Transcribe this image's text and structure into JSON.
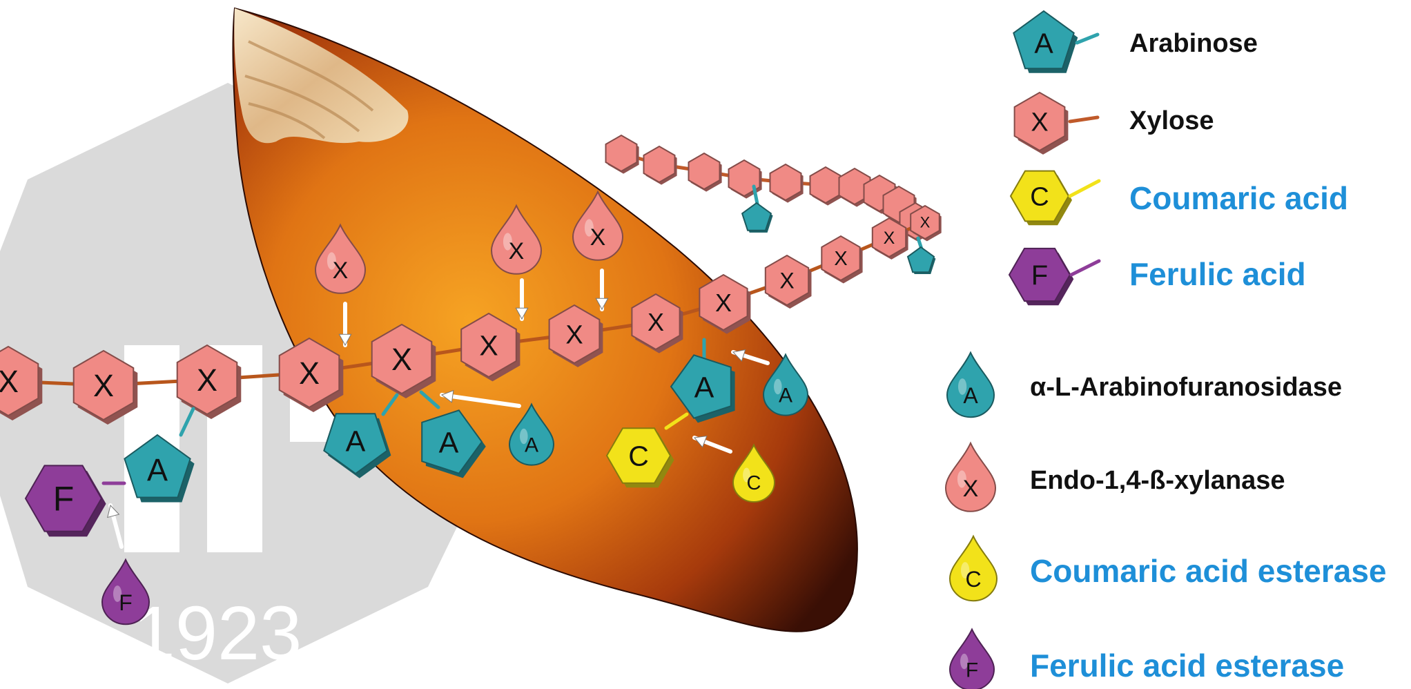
{
  "watermark": {
    "text": "1923",
    "color": "#cfcfcf"
  },
  "colors": {
    "arabinose": "#2fa3ad",
    "xylose": "#f08a85",
    "coumaric": "#f2e21a",
    "ferulic": "#8e3d99",
    "blue_text": "#1e8fd8",
    "grain_dark": "#3a0f05",
    "grain_light": "#f39a1e"
  },
  "icons": {
    "arabinose": "arabinose-pentagon-icon",
    "xylose": "xylose-hexagon-icon",
    "coumaric": "coumaric-hexagon-icon",
    "ferulic": "ferulic-hexagon-icon",
    "enzyme": "enzyme-drop-icon",
    "arrow": "cleavage-arrow-icon"
  },
  "symbols": {
    "arabinose": "A",
    "xylose": "X",
    "coumaric": "C",
    "ferulic": "F"
  },
  "legend": {
    "structures": [
      {
        "symbol": "A",
        "label": "Arabinose"
      },
      {
        "symbol": "X",
        "label": "Xylose"
      },
      {
        "symbol": "C",
        "label": "Coumaric acid"
      },
      {
        "symbol": "F",
        "label": "Ferulic acid"
      }
    ],
    "enzymes": [
      {
        "symbol": "A",
        "label": "α-L-Arabinofuranosidase"
      },
      {
        "symbol": "X",
        "label": "Endo-1,4-ß-xylanase"
      },
      {
        "symbol": "C",
        "label": "Coumaric acid esterase"
      },
      {
        "symbol": "F",
        "label": "Ferulic acid esterase"
      }
    ]
  }
}
